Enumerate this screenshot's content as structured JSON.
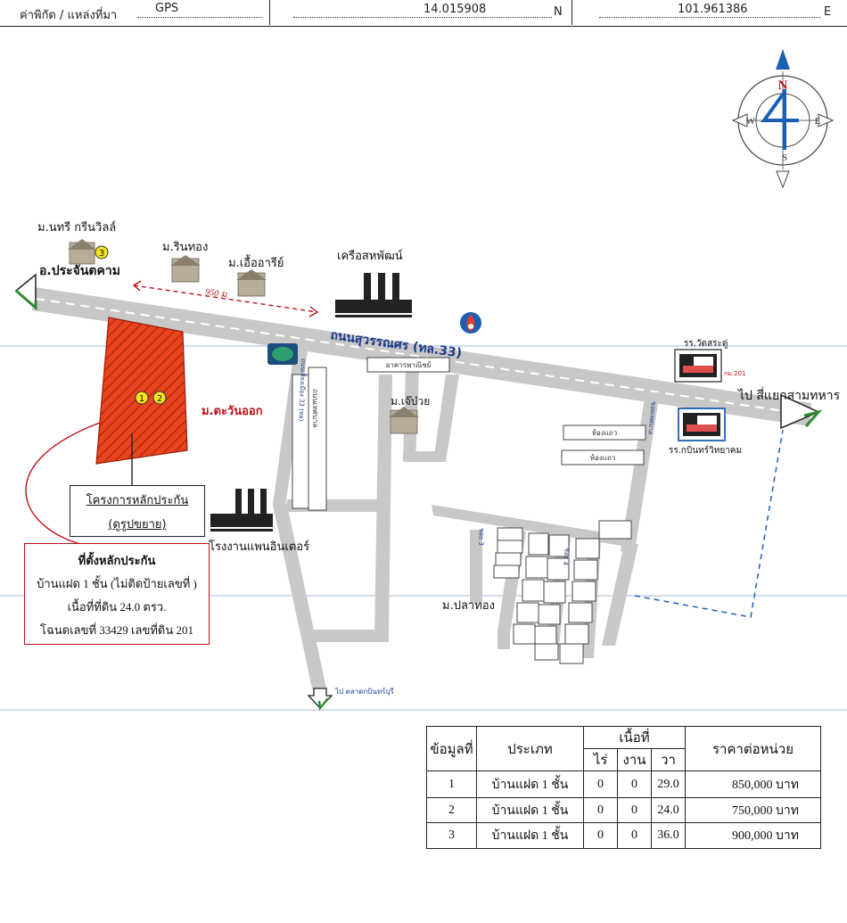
{
  "header": {
    "coord_label": "ค่าพิกัด / แหล่งที่มา",
    "source": "GPS",
    "latitude": "14.015908",
    "lat_suffix": "N",
    "longitude": "101.961386",
    "lon_suffix": "E"
  },
  "compass": {
    "north": "N",
    "south": "S",
    "east": "E",
    "west": "W"
  },
  "map": {
    "village_nathree": "ม.นทรี กรีนวิลล์",
    "village_rinthong": "ม.รินทอง",
    "village_ueaari": "ม.เอื้ออารีย์",
    "factory_sahapat": "เครือสหพัฒน์",
    "to_prachantakham": "อ.ประจันตคาม",
    "distance": "950 ม.",
    "road_main": "ถนนสุวรรณศร (ทล.33)",
    "school_watsrakhu": "รร.วัดสระดู่",
    "to_intersection": "ไป สี่แยกสามทหาร",
    "school_kabin": "รร.กบินทร์วิทยาคม",
    "tambon": "ม.ตะวันออก",
    "village_jiuai": "ม.เจ๊บ๋วย",
    "commercial_building": "อาคารพาณิชย์",
    "shophouse_1": "ห้องแถว",
    "shophouse_2": "ห้องแถว",
    "factory_pan": "โรงงานแพนอินเตอร์",
    "village_plathong": "ม.ปลาทอง",
    "to_market": "ไป ตลาดกบินทร์บุรี",
    "project_label": "โครงการหลักประกัน",
    "project_sub": "(ดูรูปขยาย)",
    "km_mark": "กม.201",
    "side_road_1": "ถนนเลี่ยงเมือง 33 (ทล)",
    "side_road_2": "ซอย 3",
    "side_road_3": "ซอยเทศบาล",
    "side_road_4": "ซอย 4",
    "side_road_5": "ถนนเทศบาล"
  },
  "markers": {
    "m1": "1",
    "m2": "2",
    "m3": "3"
  },
  "collateral": {
    "title": "ที่ตั้งหลักประกัน",
    "line1": "บ้านแฝด 1 ชั้น (ไม่ติดป้ายเลขที่ )",
    "line2": "เนื้อที่ที่ดิน 24.0 ตรว.",
    "line3": "โฉนดเลขที่  33429 เลขที่ดิน 201"
  },
  "table": {
    "h_no": "ข้อมูลที่",
    "h_type": "ประเภท",
    "h_area": "เนื้อที่",
    "h_rai": "ไร่",
    "h_ngan": "งาน",
    "h_wa": "วา",
    "h_price": "ราคาต่อหน่วย",
    "rows": [
      {
        "no": "1",
        "type": "บ้านแฝด 1 ชั้น",
        "rai": "0",
        "ngan": "0",
        "wa": "29.0",
        "price": "850,000 บาท"
      },
      {
        "no": "2",
        "type": "บ้านแฝด 1 ชั้น",
        "rai": "0",
        "ngan": "0",
        "wa": "24.0",
        "price": "750,000 บาท"
      },
      {
        "no": "3",
        "type": "บ้านแฝด 1 ชั้น",
        "rai": "0",
        "ngan": "0",
        "wa": "36.0",
        "price": "900,000 บาท"
      }
    ]
  },
  "colors": {
    "road": "#c8c8c8",
    "plot": "#e8451f",
    "accent_red": "#c0101a",
    "blue_line": "#1a5fb4"
  }
}
